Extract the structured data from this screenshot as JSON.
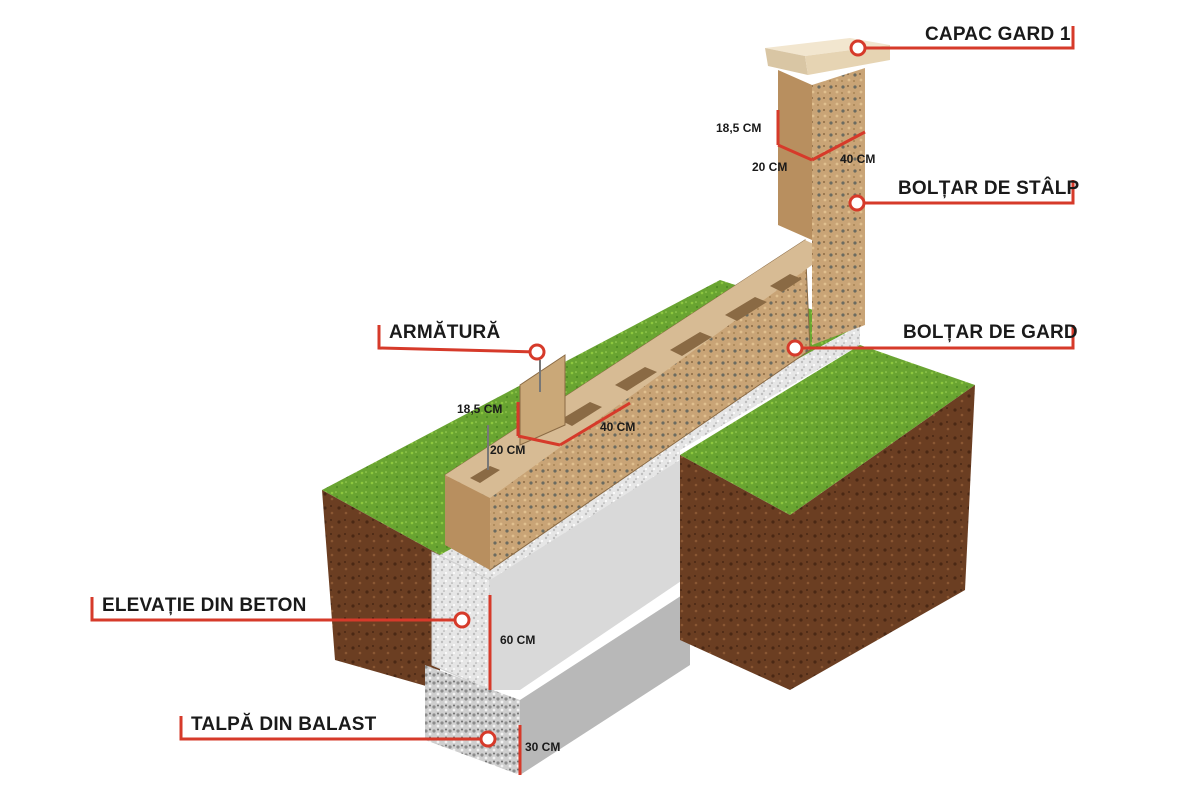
{
  "labels": {
    "capac": "CAPAC GARD 1",
    "boltar_stalp": "BOLȚAR DE STÂLP",
    "armatura": "ARMĂTURĂ",
    "boltar_gard": "BOLȚAR DE GARD",
    "elevatie": "ELEVAȚIE DIN BETON",
    "talpa": "TALPĂ DIN BALAST"
  },
  "dimensions": {
    "pillar_height": "18,5 CM",
    "pillar_depth": "20 CM",
    "pillar_width": "40 CM",
    "block_height": "18,5 CM",
    "block_depth": "20 CM",
    "block_width": "40 CM",
    "elevation_height": "60 CM",
    "footing_height": "30 CM"
  },
  "colors": {
    "accent": "#d63a2a",
    "grass": "#6aa531",
    "soil": "#6b3e22",
    "block": "#c9a476",
    "cap": "#ecdcc0",
    "concrete": "#e4e4e4",
    "gravel": "#c9c9c9"
  }
}
